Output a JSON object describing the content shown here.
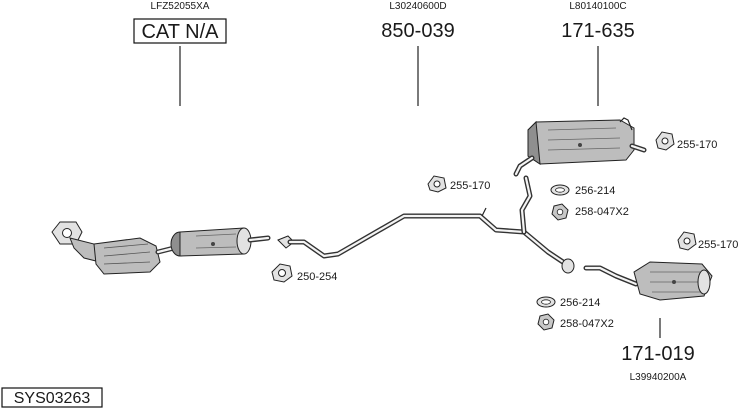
{
  "diagram": {
    "system_code": "SYS03263",
    "columns": [
      {
        "ref": "LFZ52055XA",
        "part": "CAT N/A"
      },
      {
        "ref": "L30240600D",
        "part": "850-039"
      },
      {
        "ref": "L80140100C",
        "part": "171-635"
      }
    ],
    "front_mount_label": "250-254",
    "center_mount_label": "255-170",
    "rear_hardware": [
      {
        "label": "255-170"
      },
      {
        "label": "256-214"
      },
      {
        "label": "258-047X2"
      }
    ],
    "lower_hardware": [
      {
        "label": "255-170"
      },
      {
        "label": "256-214"
      },
      {
        "label": "258-047X2"
      }
    ],
    "bottom_part": {
      "part": "171-019",
      "ref": "L39940200A"
    }
  }
}
